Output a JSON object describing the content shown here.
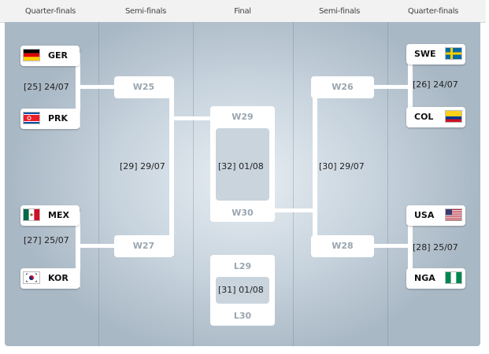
{
  "headers": [
    "Quarter-finals",
    "Semi-finals",
    "Final",
    "Semi-finals",
    "Quarter-finals"
  ],
  "quarter_finals": {
    "left_top": {
      "team1": "GER",
      "team2": "PRK",
      "info": "[25] 24/07"
    },
    "left_bottom": {
      "team1": "MEX",
      "team2": "KOR",
      "info": "[27] 25/07"
    },
    "right_top": {
      "team1": "SWE",
      "team2": "COL",
      "info": "[26] 24/07"
    },
    "right_bottom": {
      "team1": "USA",
      "team2": "NGA",
      "info": "[28] 25/07"
    }
  },
  "semi_finals": {
    "left": {
      "top": "W25",
      "bottom": "W27",
      "info": "[29] 29/07"
    },
    "right": {
      "top": "W26",
      "bottom": "W28",
      "info": "[30] 29/07"
    }
  },
  "final": {
    "top": "W29",
    "bottom": "W30",
    "info": "[32] 01/08"
  },
  "third_place": {
    "top": "L29",
    "bottom": "L30",
    "info": "[31] 01/08"
  },
  "flags": {
    "GER": "germany-flag",
    "PRK": "north-korea-flag",
    "MEX": "mexico-flag",
    "KOR": "south-korea-flag",
    "SWE": "sweden-flag",
    "COL": "colombia-flag",
    "USA": "usa-flag",
    "NGA": "nigeria-flag"
  },
  "colors": {
    "board": "#b6c4cf",
    "card": "#ffffff",
    "placeholder_text": "#9aa6b0"
  }
}
